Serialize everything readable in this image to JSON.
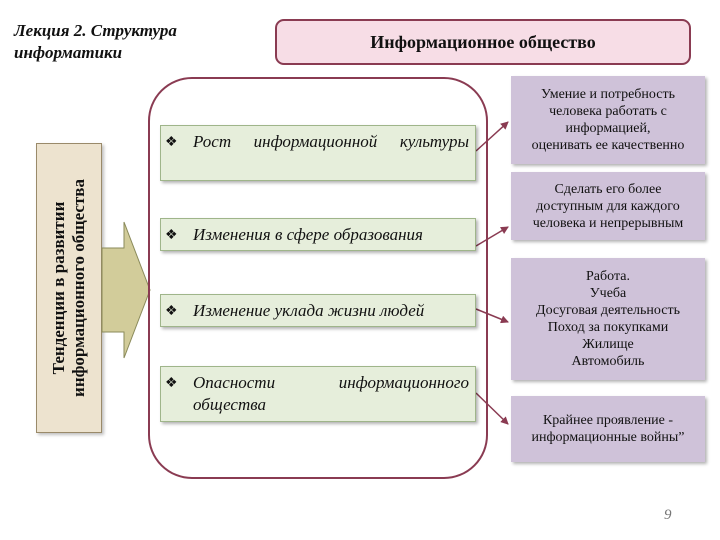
{
  "lecture_title": "Лекция 2.   Структура\nинформатики",
  "header_title": "Информационное общество",
  "side_label": "Тенденции в развитии\nинформационного общества",
  "bullet_symbol": "❖",
  "trends": [
    {
      "label": "Рост информационной культуры"
    },
    {
      "label": "Изменения в сфере образования"
    },
    {
      "label": "Изменение уклада жизни людей"
    },
    {
      "label": "Опасности информационного общества"
    }
  ],
  "details": [
    {
      "text": "Умение и потребность\nчеловека работать с\nинформацией,\nоценивать ее качественно"
    },
    {
      "text": "Сделать его более\nдоступным для каждого\nчеловека и непрерывным"
    },
    {
      "text": "Работа.\nУчеба\nДосуговая деятельность\nПоход за покупками\nЖилище\nАвтомобиль"
    },
    {
      "text": "Крайнее проявление -\nинформационные войны”"
    }
  ],
  "page_number": "9",
  "colors": {
    "header_fill": "#f7dde6",
    "border_accent": "#8a3b52",
    "trend_fill": "#e6eedb",
    "detail_fill": "#cfc2d9",
    "side_fill": "#ede3cf",
    "arrow_fill": "#d2cc9a",
    "connector": "#8a3b52"
  }
}
